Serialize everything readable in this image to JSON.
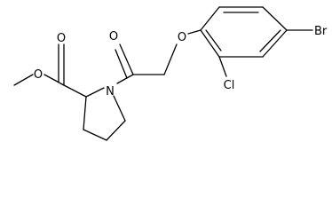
{
  "molecule": {
    "atoms": {
      "carbonyl_oxygen_ester": "O",
      "ester_oxygen": "O",
      "ring_nitrogen": "N",
      "amide_oxygen": "O",
      "ether_oxygen": "O",
      "bromine": "Br",
      "chlorine": "Cl"
    }
  }
}
